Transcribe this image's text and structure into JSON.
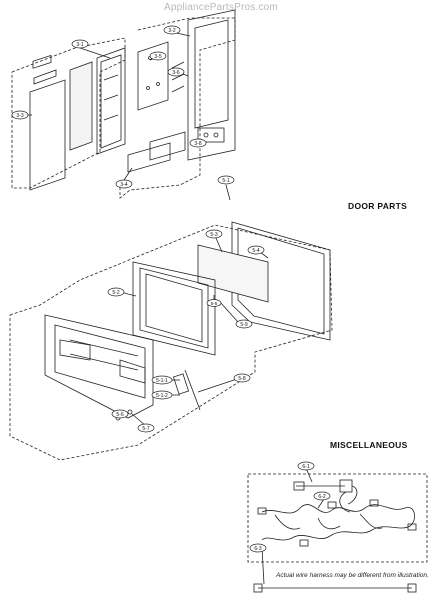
{
  "watermark": "AppliancePartsPros.com",
  "sections": {
    "door": "DOOR PARTS",
    "misc": "MISCELLANEOUS"
  },
  "note": "Actual wire harness may be different from illustration.",
  "callouts": {
    "c3_1": "3-1",
    "c3_2": "3-2",
    "c3_3": "3-3",
    "c3_4": "3-4",
    "c3_5": "3-5",
    "c3_6": "3-6",
    "c3_8": "3-8",
    "c5_1": "5-1",
    "c5_2": "5-2",
    "c5_3": "5-3",
    "c5_4": "5-4",
    "c5_5": "5-5",
    "c5_6": "5-6",
    "c5_7": "5-7",
    "c5_8": "5-8",
    "c5_9": "5-9",
    "c5_1_1": "5-1-1",
    "c5_1_2": "5-1-2",
    "c6_1": "6-1",
    "c6_2": "6-2",
    "c6_3": "6-3"
  },
  "colors": {
    "line": "#222222",
    "watermark": "#b8b8b8"
  }
}
